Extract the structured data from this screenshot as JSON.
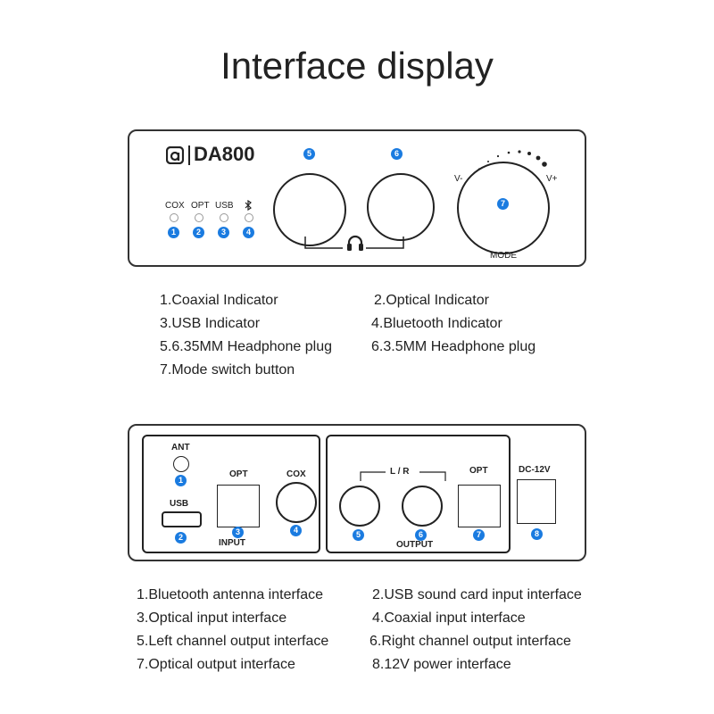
{
  "title": "Interface display",
  "front": {
    "brand": "DA800",
    "indicators": [
      "COX",
      "OPT",
      "USB"
    ],
    "indicator_numbers": [
      "1",
      "2",
      "3",
      "4"
    ],
    "knob5": "5",
    "knob6": "6",
    "knob7": "7",
    "v_minus": "V-",
    "v_plus": "V+",
    "mode": "MODE"
  },
  "front_legend": [
    "1.Coaxial Indicator",
    "2.Optical Indicator",
    "3.USB Indicator",
    "4.Bluetooth Indicator",
    "5.6.35MM Headphone plug",
    "6.3.5MM Headphone plug",
    "7.Mode switch button"
  ],
  "rear": {
    "ant": "ANT",
    "usb": "USB",
    "opt_in": "OPT",
    "cox": "COX",
    "input": "INPUT",
    "lr": "L / R",
    "opt_out": "OPT",
    "output": "OUTPUT",
    "dc": "DC-12V",
    "numbers": [
      "1",
      "2",
      "3",
      "4",
      "5",
      "6",
      "7",
      "8"
    ]
  },
  "rear_legend": [
    "1.Bluetooth antenna interface",
    "2.USB sound card input interface",
    "3.Optical input interface",
    "4.Coaxial input interface",
    "5.Left channel output interface",
    "6.Right channel output interface",
    "7.Optical output interface",
    "8.12V power interface"
  ]
}
